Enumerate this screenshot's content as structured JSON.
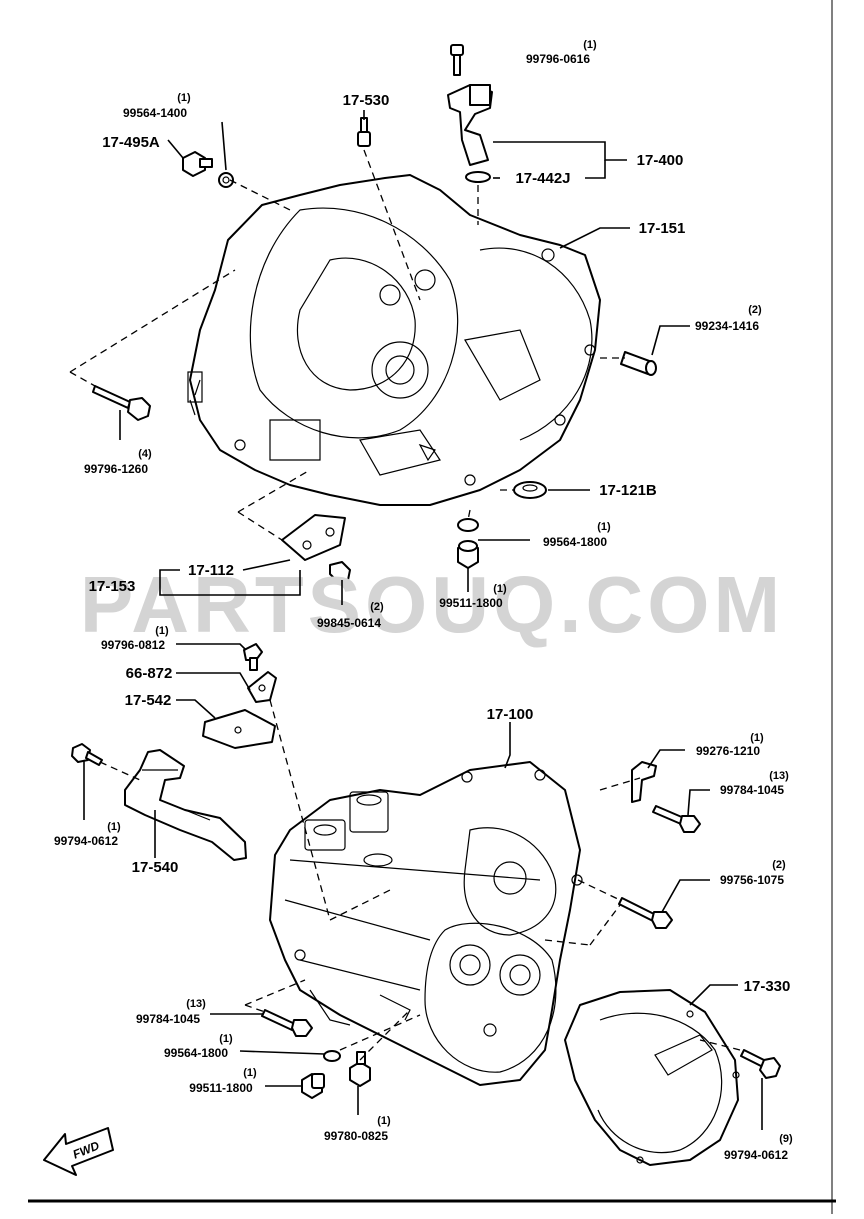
{
  "diagram": {
    "watermark": "PARTSOUQ.COM",
    "fwd_label": "FWD",
    "footer_code": "",
    "labels": [
      {
        "id": "99796-0616",
        "qty": "(1)"
      },
      {
        "id": "99564-1400",
        "qty": "(1)"
      },
      {
        "id": "17-530",
        "qty": ""
      },
      {
        "id": "17-495A",
        "qty": ""
      },
      {
        "id": "17-442J",
        "qty": ""
      },
      {
        "id": "17-400",
        "qty": ""
      },
      {
        "id": "17-151",
        "qty": ""
      },
      {
        "id": "99234-1416",
        "qty": "(2)"
      },
      {
        "id": "99796-1260",
        "qty": "(4)"
      },
      {
        "id": "17-121B",
        "qty": ""
      },
      {
        "id": "99564-1800",
        "qty": "(1)"
      },
      {
        "id": "17-112",
        "qty": ""
      },
      {
        "id": "17-153",
        "qty": ""
      },
      {
        "id": "99845-0614",
        "qty": "(2)"
      },
      {
        "id": "99511-1800",
        "qty": "(1)"
      },
      {
        "id": "99796-0812",
        "qty": "(1)"
      },
      {
        "id": "66-872",
        "qty": ""
      },
      {
        "id": "17-542",
        "qty": ""
      },
      {
        "id": "17-100",
        "qty": ""
      },
      {
        "id": "99276-1210",
        "qty": "(1)"
      },
      {
        "id": "99784-1045",
        "qty": "(13)"
      },
      {
        "id": "99794-0612",
        "qty": "(1)"
      },
      {
        "id": "17-540",
        "qty": ""
      },
      {
        "id": "99756-1075",
        "qty": "(2)"
      },
      {
        "id": "17-330",
        "qty": ""
      },
      {
        "id": "99784-1045",
        "qty": "(13)"
      },
      {
        "id": "99564-1800",
        "qty": "(1)"
      },
      {
        "id": "99511-1800",
        "qty": "(1)"
      },
      {
        "id": "99780-0825",
        "qty": "(1)"
      },
      {
        "id": "99794-0612",
        "qty": "(9)"
      }
    ]
  }
}
